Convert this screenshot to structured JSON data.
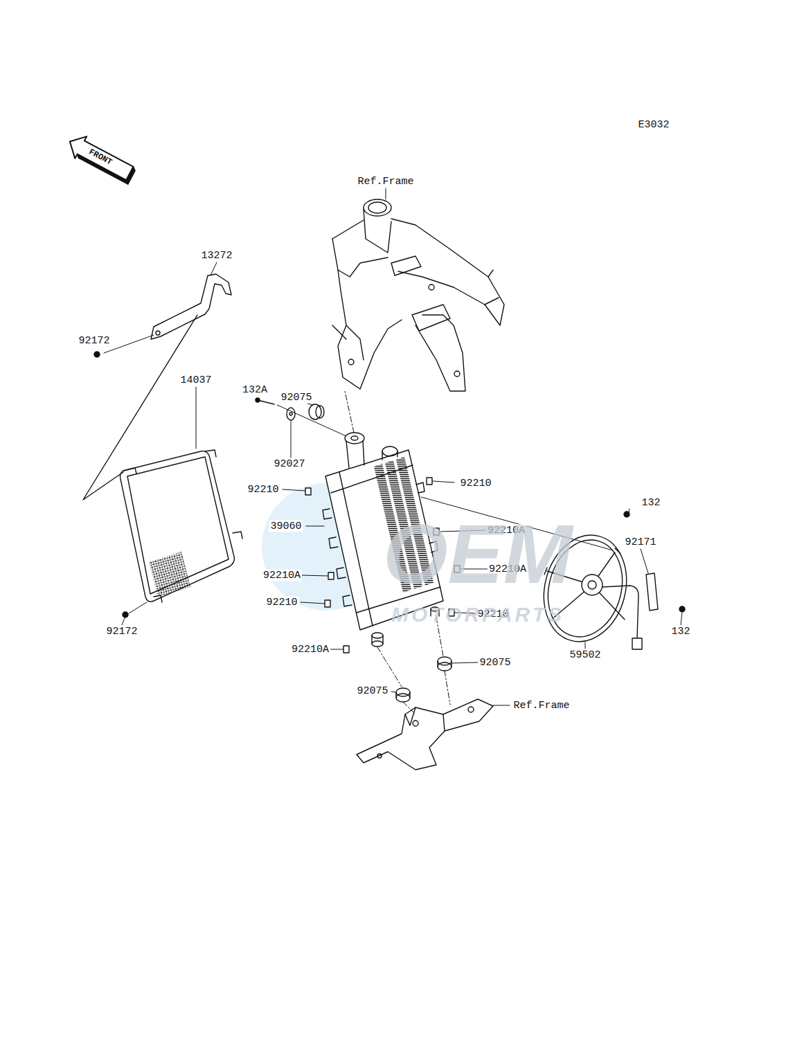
{
  "diagram": {
    "labels": [
      "E3032",
      "FRONT",
      "Ref.Frame",
      "13272",
      "92172",
      "14037",
      "132A",
      "92075",
      "92027",
      "92210",
      "92210",
      "132",
      "39060",
      "92210A",
      "92171",
      "92210A",
      "92210A",
      "92210",
      "92210",
      "132",
      "92172",
      "59502",
      "92210A",
      "92075",
      "92075",
      "Ref.Frame",
      "OEM",
      "MOTORPARTS"
    ]
  }
}
